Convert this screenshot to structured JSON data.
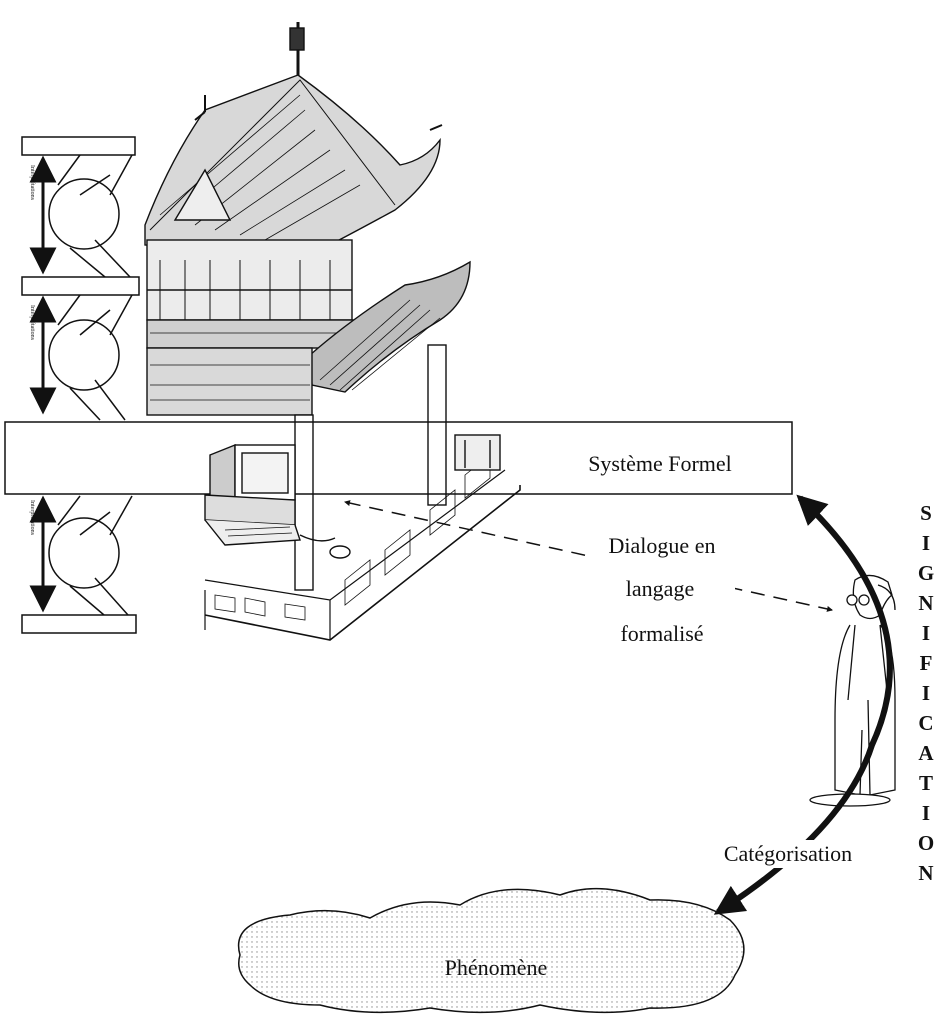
{
  "diagram": {
    "formal_system_label": "Système Formel",
    "dialogue_lines": [
      "Dialogue en",
      "langage",
      "formalisé"
    ],
    "categorisation_label": "Catégorisation",
    "phenomenon_label": "Phénomène",
    "signification_letters": [
      "S",
      "I",
      "G",
      "N",
      "I",
      "F",
      "I",
      "C",
      "A",
      "T",
      "I",
      "O",
      "N"
    ],
    "interpretation_label": "Interprétations"
  },
  "colors": {
    "ink": "#111111",
    "paper": "#ffffff",
    "cloud_dot": "#8a8a8a"
  },
  "icons": [
    "pagoda-illustration",
    "computer-icon",
    "person-figure",
    "interpretation-stack"
  ]
}
